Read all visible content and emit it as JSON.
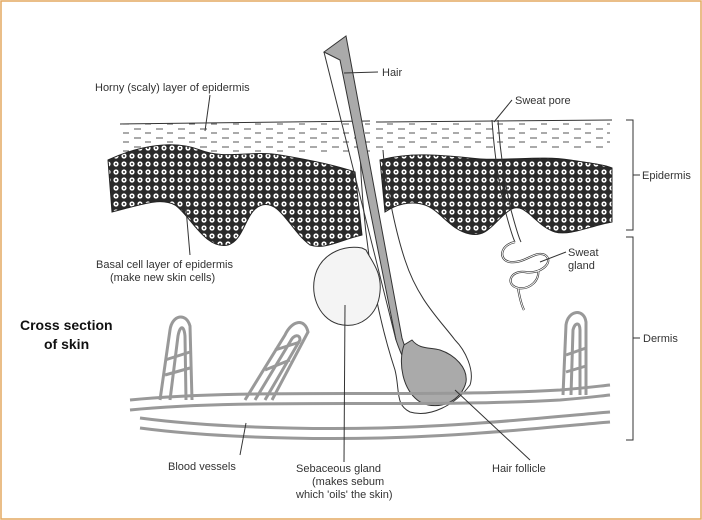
{
  "diagram": {
    "title_line1": "Cross section",
    "title_line2": "of skin",
    "labels": {
      "horny_layer": "Horny (scaly) layer of epidermis",
      "hair": "Hair",
      "sweat_pore": "Sweat pore",
      "epidermis": "Epidermis",
      "basal_line1": "Basal cell layer of epidermis",
      "basal_line2": "(make new skin cells)",
      "sweat_gland_line1": "Sweat",
      "sweat_gland_line2": "gland",
      "dermis": "Dermis",
      "blood_vessels": "Blood vessels",
      "sebaceous_line1": "Sebaceous gland",
      "sebaceous_line2": "(makes sebum",
      "sebaceous_line3": "which 'oils' the skin)",
      "hair_follicle": "Hair follicle"
    },
    "colors": {
      "frame": "#e3a860",
      "line": "#333333",
      "hair_fill": "#aaaaaa",
      "gland_fill": "#f4f4f4",
      "vessel": "#999999",
      "basal_fill": "#222222"
    }
  }
}
